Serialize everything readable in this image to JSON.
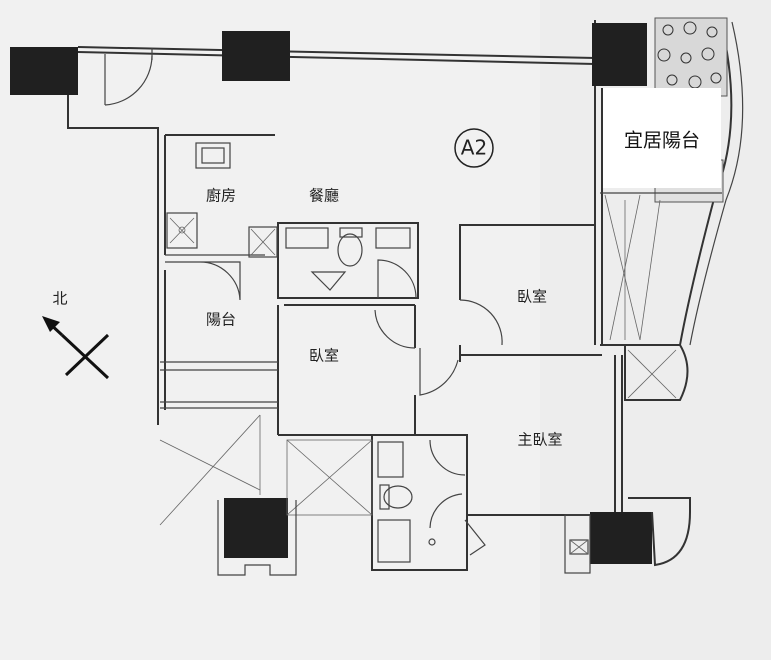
{
  "plan": {
    "unit_label": "A2",
    "rooms": {
      "kitchen": "廚房",
      "dining": "餐廳",
      "balcony": "陽台",
      "bedroom_north": "臥室",
      "bedroom_east": "臥室",
      "master_bedroom": "主臥室",
      "sky_balcony": "宜居陽台"
    },
    "compass": {
      "label": "北",
      "icon": "north-arrow-icon"
    },
    "colors": {
      "column": "#202020",
      "wall": "#333333",
      "paper": "#f1f1f1"
    }
  }
}
